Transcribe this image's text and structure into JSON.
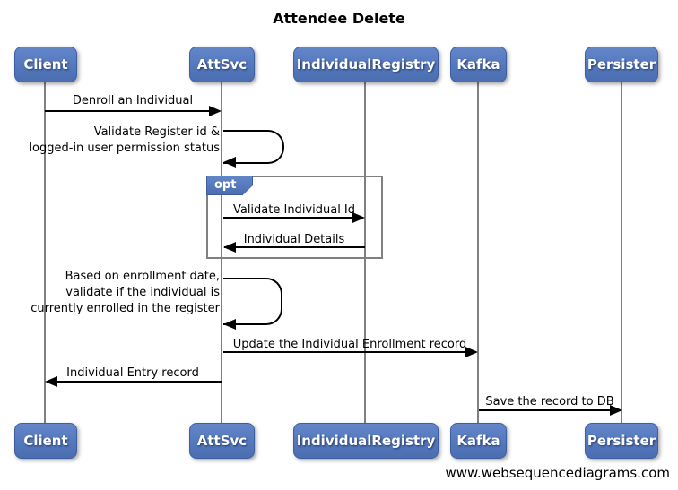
{
  "diagram": {
    "title": "Attendee Delete",
    "type": "sequence-diagram",
    "footer": "www.websequencediagrams.com",
    "opt_label": "opt"
  },
  "actors": [
    {
      "name": "Client"
    },
    {
      "name": "AttSvc"
    },
    {
      "name": "IndividualRegistry"
    },
    {
      "name": "Kafka"
    },
    {
      "name": "Persister"
    }
  ],
  "messages": [
    {
      "from": "Client",
      "to": "AttSvc",
      "type": "solid-arrow",
      "label": "Denroll an Individual"
    },
    {
      "from": "AttSvc",
      "to": "AttSvc",
      "type": "self-message",
      "label": "Validate Register id &\nlogged-in user permission status"
    },
    {
      "from": "AttSvc",
      "to": "IndividualRegistry",
      "type": "solid-arrow",
      "fragment": "opt",
      "label": "Validate Individual Id"
    },
    {
      "from": "IndividualRegistry",
      "to": "AttSvc",
      "type": "solid-arrow",
      "fragment": "opt",
      "label": "Individual Details"
    },
    {
      "from": "AttSvc",
      "to": "AttSvc",
      "type": "self-message",
      "label": "Based on enrollment date,\nvalidate if the individual is\ncurrently enrolled in the register"
    },
    {
      "from": "AttSvc",
      "to": "Kafka",
      "type": "solid-arrow",
      "label": "Update the Individual Enrollment record"
    },
    {
      "from": "AttSvc",
      "to": "Client",
      "type": "solid-arrow",
      "label": "Individual Entry record"
    },
    {
      "from": "Kafka",
      "to": "Persister",
      "type": "solid-arrow",
      "label": "Save the record to DB"
    }
  ],
  "colors": {
    "actor_fill": "#5478BC",
    "actor_border": "#3E5F9E",
    "actor_text": "#FFFFFF",
    "lifeline": "#808080",
    "frame_border": "#808080",
    "arrow": "#000000",
    "text": "#000000",
    "background": "#FFFFFF"
  }
}
